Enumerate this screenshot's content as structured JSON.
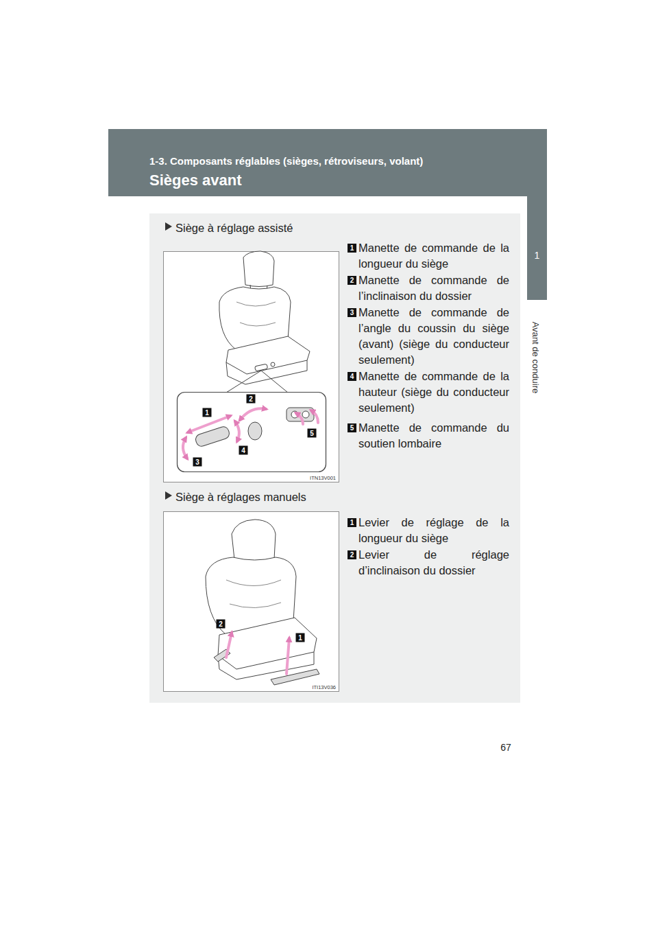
{
  "diagram": {
    "nodes": [
      {
        "text": [
          "1-3. Composants réglables (sièges, rétroviseurs, volant)",
          "Sièges avant"
        ]
      },
      {
        "text": [
          "1"
        ]
      },
      {
        "text": [
          "Siège à réglage assisté",
          "Manette de commande de la longueur du siège",
          "Manette de commande de l’inclinaison du dossier",
          "Manette de commande de l’angle du coussin du siège (avant) (siège du conducteur seulement)",
          "Manette de commande de la hauteur (siège du conducteur seulement)",
          "Manette de commande du soutien lombaire",
          "Siège à réglages manuels",
          "Levier de réglage de la longueur du siège",
          "Levier de réglage d’inclinaison du dossier"
        ]
      }
    ],
    "labels": [
      "Avant de conduire",
      "1",
      "2",
      "3",
      "4",
      "5",
      "1",
      "2",
      "1",
      "2",
      "5",
      "4",
      "3",
      "ITN13V001",
      "2",
      "1",
      "ITI13V036",
      "67"
    ]
  }
}
